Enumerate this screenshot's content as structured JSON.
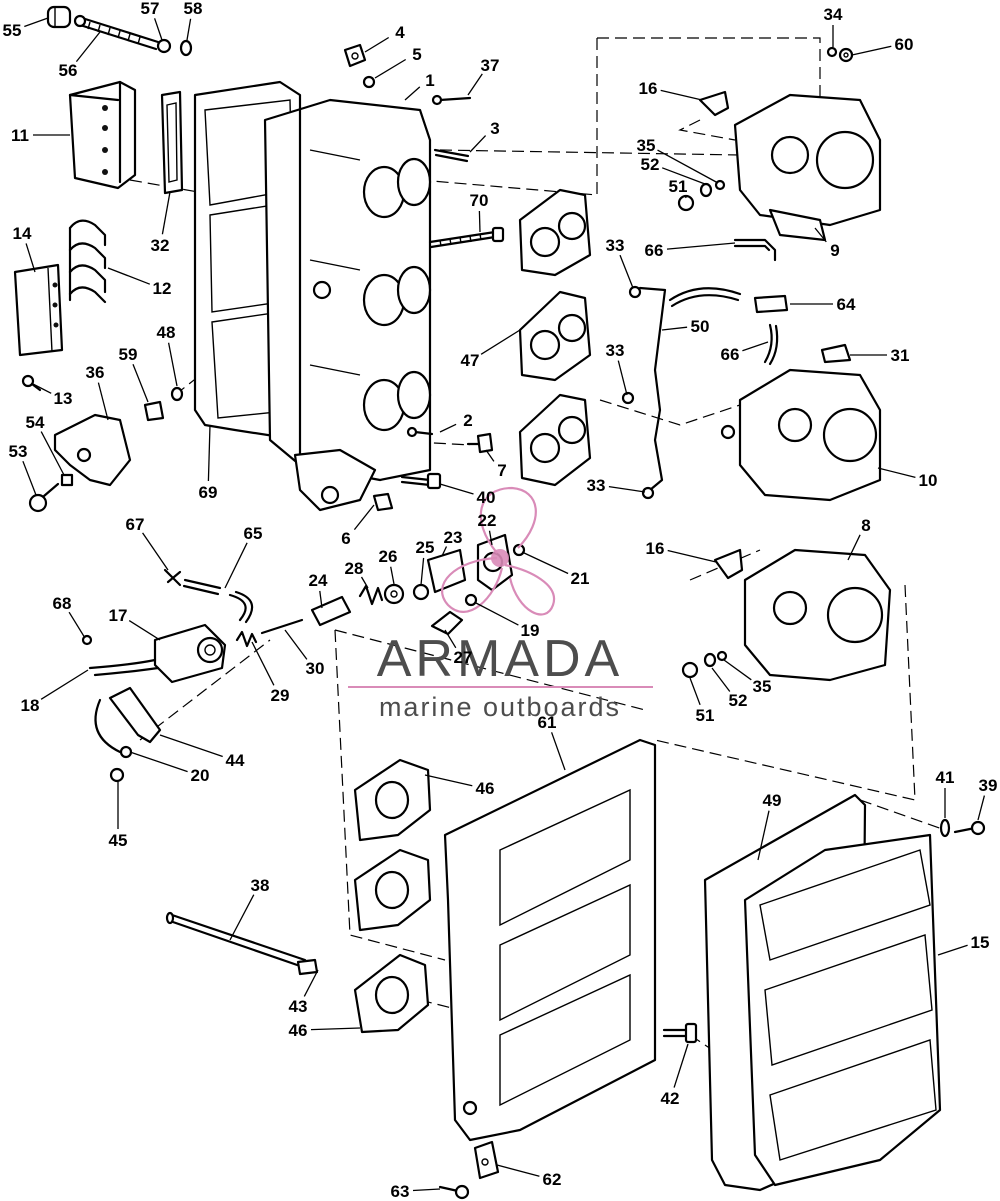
{
  "watermark": {
    "brand": "ARMADA",
    "tagline": "marine outboards",
    "logo_color": "#d98bb8",
    "text_color": "#4d4d4d"
  },
  "callouts": [
    "1",
    "2",
    "3",
    "4",
    "5",
    "6",
    "7",
    "8",
    "9",
    "10",
    "11",
    "12",
    "13",
    "14",
    "15",
    "16",
    "16",
    "17",
    "18",
    "19",
    "20",
    "21",
    "22",
    "23",
    "24",
    "25",
    "26",
    "27",
    "28",
    "29",
    "30",
    "31",
    "32",
    "33",
    "33",
    "33",
    "34",
    "35",
    "35",
    "36",
    "37",
    "38",
    "39",
    "40",
    "41",
    "42",
    "43",
    "44",
    "45",
    "46",
    "46",
    "47",
    "48",
    "49",
    "50",
    "51",
    "51",
    "52",
    "52",
    "53",
    "54",
    "55",
    "56",
    "57",
    "58",
    "59",
    "60",
    "61",
    "62",
    "63",
    "64",
    "65",
    "66",
    "66",
    "67",
    "68",
    "69",
    "70"
  ]
}
